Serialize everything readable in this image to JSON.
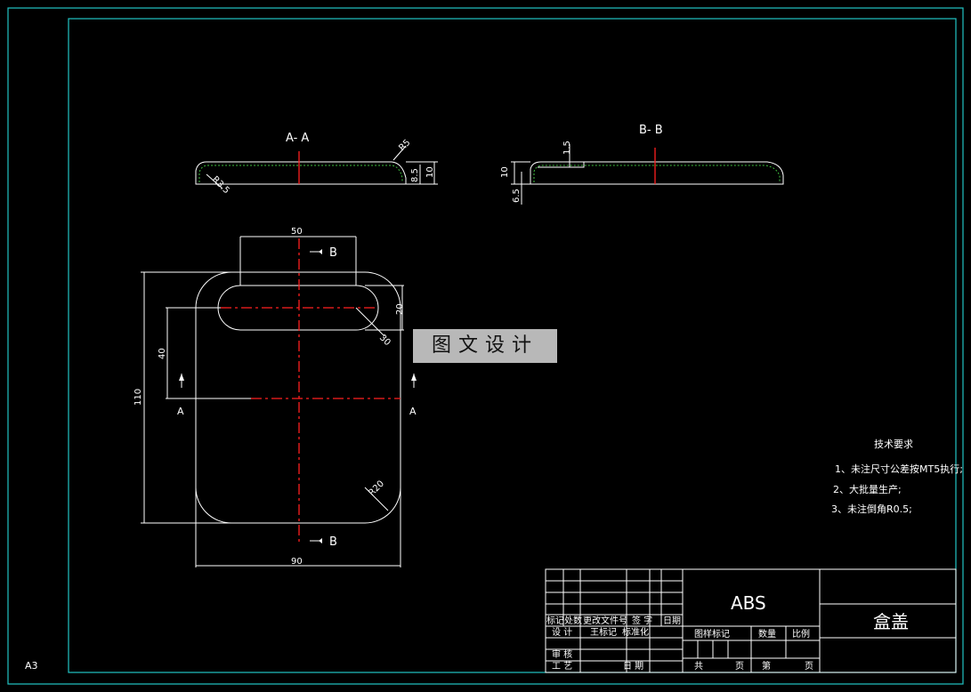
{
  "drawing": {
    "sheet_size_label": "A3",
    "section_aa": {
      "title": "A- A",
      "dims": [
        "R5",
        "R3.5",
        "8.5",
        "10"
      ]
    },
    "section_bb": {
      "title": "B- B",
      "dims": [
        "1.5",
        "10",
        "6.5"
      ]
    },
    "plan_view": {
      "dims": [
        "50",
        "30",
        "20",
        "40",
        "110",
        "90",
        "R20"
      ],
      "section_markers": [
        "B",
        "B",
        "A",
        "A"
      ]
    },
    "watermark": "图文设计",
    "tech_requirements": {
      "title": "技术要求",
      "items": [
        "1、未注尺寸公差按MT5执行;",
        "2、大批量生产;",
        "3、未注倒角R0.5;"
      ]
    },
    "title_block": {
      "material": "ABS",
      "part_name": "盒盖",
      "headers_row": [
        "标记",
        "处数",
        "更改文件号",
        "签 字",
        "日期"
      ],
      "row_design": [
        "设 计",
        "王标记",
        "标准化"
      ],
      "row_review": [
        "审 核"
      ],
      "row_process": [
        "工 艺",
        "日 期"
      ],
      "stage_headers": [
        "图样标记",
        "数量",
        "比例"
      ],
      "sheet_footer": [
        "共",
        "页",
        "第",
        "页"
      ]
    },
    "colors": {
      "background": "#000000",
      "lines": "#ffffff",
      "center_lines": "#ff2020",
      "frame": "#22c4c4",
      "section_hatch": "#3fbf3f"
    }
  }
}
